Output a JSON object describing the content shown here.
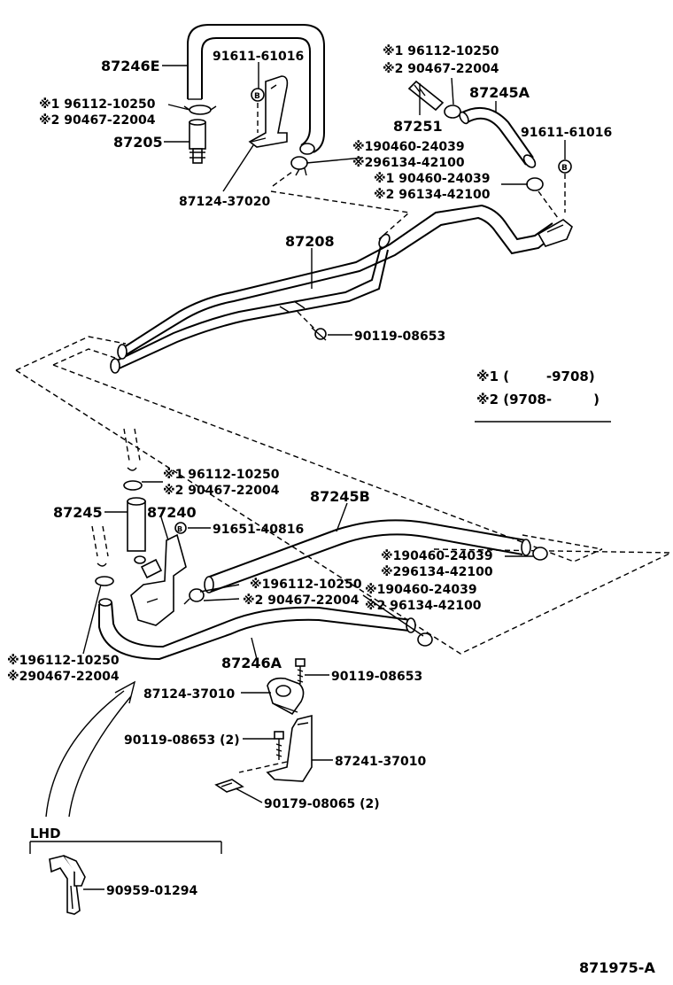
{
  "labels": {
    "hose_87246E": "87246E",
    "bolt_91611_top": "91611-61016",
    "clamp_top_left_1": "※1 96112-10250",
    "clamp_top_left_2": "※2 90467-22004",
    "fitting_87205": "87205",
    "bracket_87124_37020": "87124-37020",
    "clamp_mid_1": "※190460-24039",
    "clamp_mid_2": "※296134-42100",
    "clamp_tr_1": "※1 96112-10250",
    "clamp_tr_2": "※2 90467-22004",
    "hose_87245A": "87245A",
    "fitting_87251": "87251",
    "bolt_91611_right": "91611-61016",
    "clamp_right_1": "※1  90460-24039",
    "clamp_right_2": "※2  96134-42100",
    "pipe_87208": "87208",
    "bolt_90119_top": "90119-08653",
    "legend_1": "※1 (        -9708)",
    "legend_2": "※2 (9708-         )",
    "clamp_left_mid_1": "※1 96112-10250",
    "clamp_left_mid_2": "※2 90467-22004",
    "hose_87245B": "87245B",
    "hose_87245": "87245",
    "bracket_87240": "87240",
    "bolt_91651": "91651-40816",
    "clamp_center_1": "※196112-10250",
    "clamp_center_2": "※2 90467-22004",
    "clamp_r2_1": "※190460-24039",
    "clamp_r2_2": "※296134-42100",
    "clamp_r3_1": "※190460-24039",
    "clamp_r3_2": "※2 96134-42100",
    "clamp_bl_1": "※196112-10250",
    "clamp_bl_2": "※290467-22004",
    "hose_87246A": "87246A",
    "bolt_90119_bottom": "90119-08653",
    "bracket_87124_37010": "87124-37010",
    "bolt_90119_qty2": "90119-08653 (2)",
    "bracket_87241": "87241-37010",
    "clip_90179": "90179-08065 (2)",
    "lhd_title": "LHD",
    "clip_90959": "90959-01294",
    "diagram_id": "871975-A"
  }
}
